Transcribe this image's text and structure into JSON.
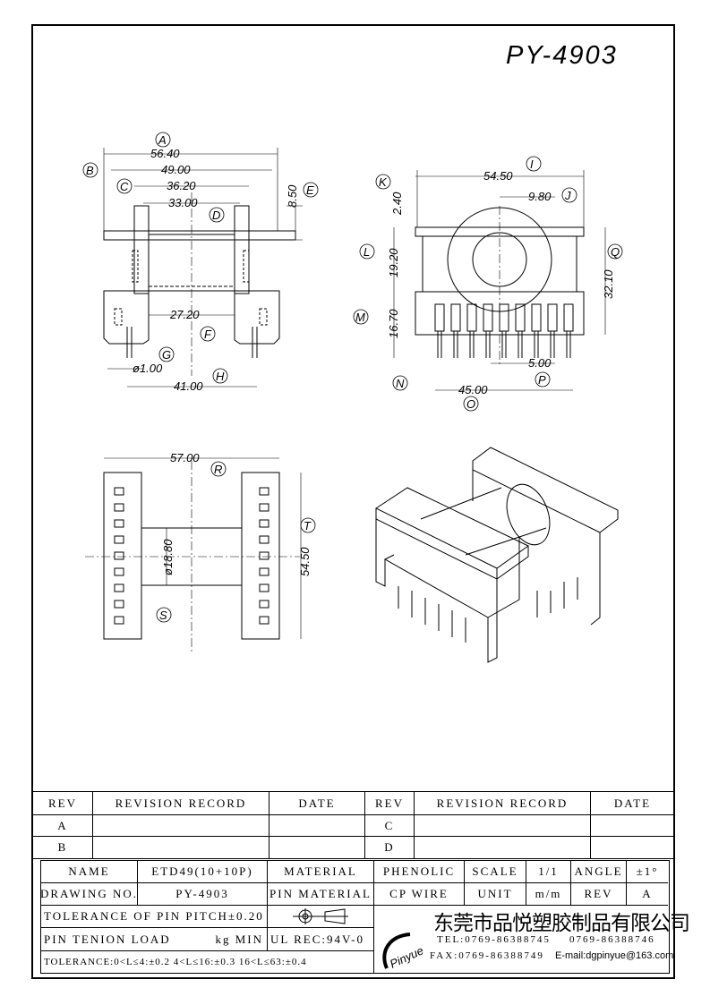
{
  "drawing_title": "PY-4903",
  "front_view": {
    "dims": [
      {
        "letter": "A",
        "value": "56.40"
      },
      {
        "letter": "B",
        "value": "49.00"
      },
      {
        "letter": "C",
        "value": "36.20"
      },
      {
        "letter": "D",
        "value": "33.00"
      },
      {
        "letter": "E",
        "value": "8.50"
      },
      {
        "letter": "F",
        "value": "27.20"
      },
      {
        "letter": "G",
        "value": "ø1.00"
      },
      {
        "letter": "H",
        "value": "41.00"
      }
    ]
  },
  "side_view": {
    "dims": [
      {
        "letter": "I",
        "value": "54.50"
      },
      {
        "letter": "J",
        "value": "9.80"
      },
      {
        "letter": "K",
        "value": "2.40"
      },
      {
        "letter": "L",
        "value": "19.20"
      },
      {
        "letter": "M",
        "value": "16.70"
      },
      {
        "letter": "N",
        "value": ""
      },
      {
        "letter": "O",
        "value": "45.00"
      },
      {
        "letter": "P",
        "value": "5.00"
      },
      {
        "letter": "Q",
        "value": "32.10"
      }
    ]
  },
  "bottom_view": {
    "dims": [
      {
        "letter": "R",
        "value": "57.00"
      },
      {
        "letter": "S",
        "value": "ø18.80"
      },
      {
        "letter": "T",
        "value": "54.50"
      }
    ]
  },
  "revision_table": {
    "headers": [
      "REV",
      "REVISION RECORD",
      "DATE",
      "REV",
      "REVISION RECORD",
      "DATE"
    ],
    "rows": [
      [
        "A",
        "",
        "",
        "C",
        "",
        ""
      ],
      [
        "B",
        "",
        "",
        "D",
        "",
        ""
      ]
    ]
  },
  "title_block": {
    "name_label": "NAME",
    "name_value": "ETD49(10+10P)",
    "material_label": "MATERIAL",
    "material_value": "PHENOLIC",
    "scale_label": "SCALE",
    "scale_value": "1/1",
    "angle_label": "ANGLE",
    "angle_value": "±1°",
    "drawing_no_label": "DRAWING NO.",
    "drawing_no_value": "PY-4903",
    "pin_material_label": "PIN MATERIAL",
    "pin_material_value": "CP WIRE",
    "unit_label": "UNIT",
    "unit_value": "m/m",
    "rev_label": "REV",
    "rev_value": "A",
    "pin_pitch_tolerance": "TOLERANCE OF PIN PITCH±0.20",
    "pin_tension_label": "PIN TENION LOAD",
    "pin_tension_unit": "kg MIN",
    "ul_rec": "UL REC:94V-0",
    "tolerance": "TOLERANCE:0<L≤4:±0.2  4<L≤16:±0.3  16<L≤63:±0.4"
  },
  "company": {
    "logo_text": "Pinyue",
    "name": "东莞市品悦塑胶制品有限公司",
    "tel": "TEL:0769-86388745",
    "tel2": "0769-86388746",
    "fax": "FAX:0769-86388749",
    "email": "E-mail:dgpinyue@163.com"
  }
}
